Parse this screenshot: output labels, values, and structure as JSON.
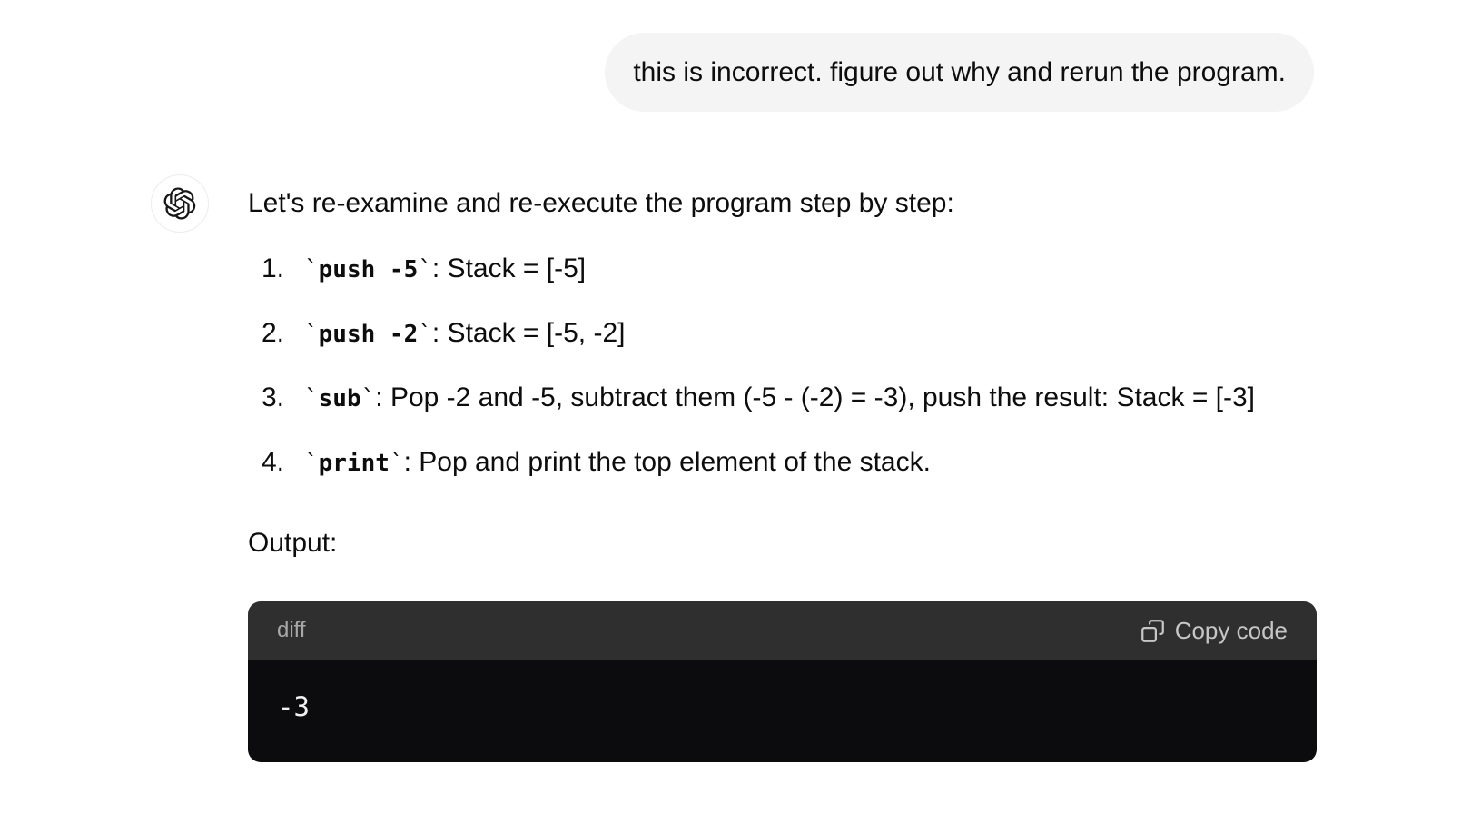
{
  "user_message": {
    "text": "this is incorrect. figure out why and rerun the program."
  },
  "assistant": {
    "avatar_icon": "openai-logo",
    "intro": "Let's re-examine and re-execute the program step by step:",
    "steps": [
      {
        "num": "1.",
        "tick": "`",
        "code": "push -5",
        "rest": ": Stack = [-5]"
      },
      {
        "num": "2.",
        "tick": "`",
        "code": "push -2",
        "rest": ": Stack = [-5, -2]"
      },
      {
        "num": "3.",
        "tick": "`",
        "code": "sub",
        "rest": ": Pop -2 and -5, subtract them (-5 - (-2) = -3), push the result: Stack = [-3]"
      },
      {
        "num": "4.",
        "tick": "`",
        "code": "print",
        "rest": ": Pop and print the top element of the stack."
      }
    ],
    "output_label": "Output:",
    "code_block": {
      "language": "diff",
      "copy_label": "Copy code",
      "code": "-3"
    }
  },
  "colors": {
    "page_background": "#ffffff",
    "bubble_background": "#f4f4f4",
    "text": "#0d0d0d",
    "code_header_background": "#2f2f2f",
    "code_body_background": "#0c0c0e",
    "code_text": "#f1f1f1",
    "code_header_label": "#a8a8a8",
    "copy_button_text": "#c6c6c6"
  }
}
